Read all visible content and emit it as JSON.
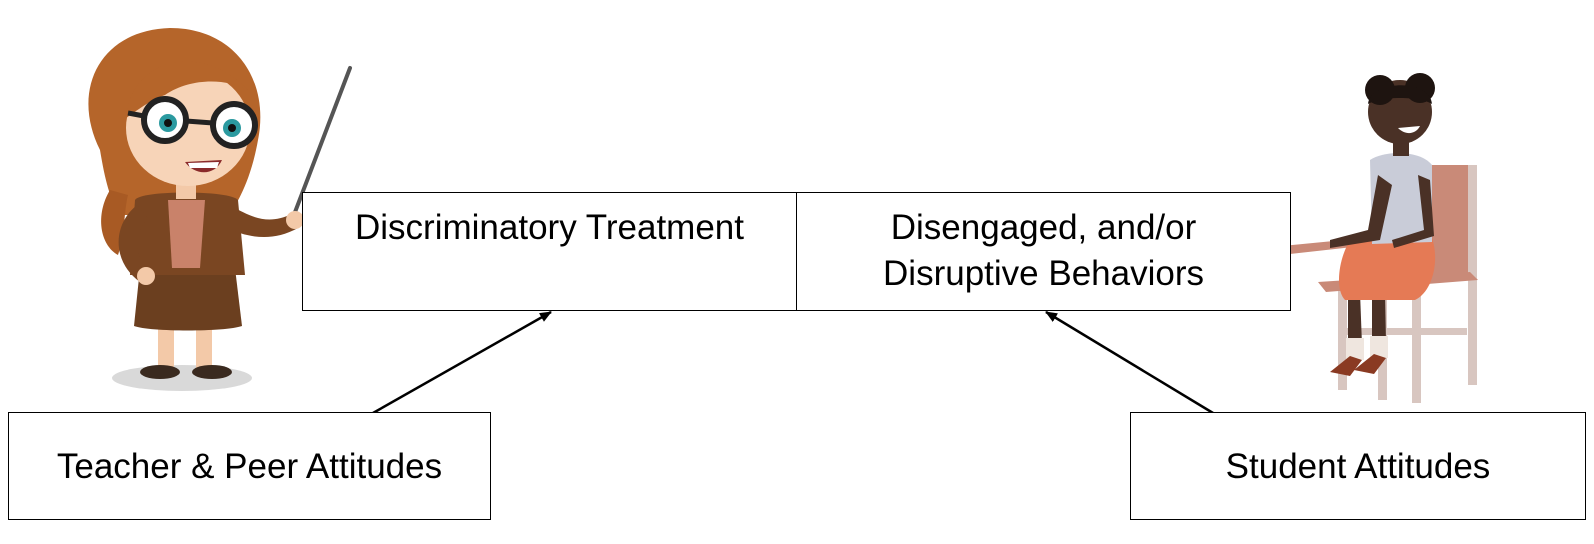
{
  "diagram": {
    "nodes": {
      "discriminatory_treatment": {
        "label": "Discriminatory Treatment"
      },
      "disengaged_behaviors": {
        "lines": [
          "Disengaged, and/or",
          "Disruptive Behaviors"
        ]
      },
      "teacher_peer_attitudes": {
        "label": "Teacher & Peer Attitudes"
      },
      "student_attitudes": {
        "label": "Student Attitudes"
      }
    },
    "edges": [
      {
        "from": "teacher_peer_attitudes",
        "to": "discriminatory_treatment"
      },
      {
        "from": "student_attitudes",
        "to": "disengaged_behaviors"
      }
    ],
    "illustrations": [
      "teacher-with-pointer",
      "student-seated-at-desk"
    ]
  }
}
